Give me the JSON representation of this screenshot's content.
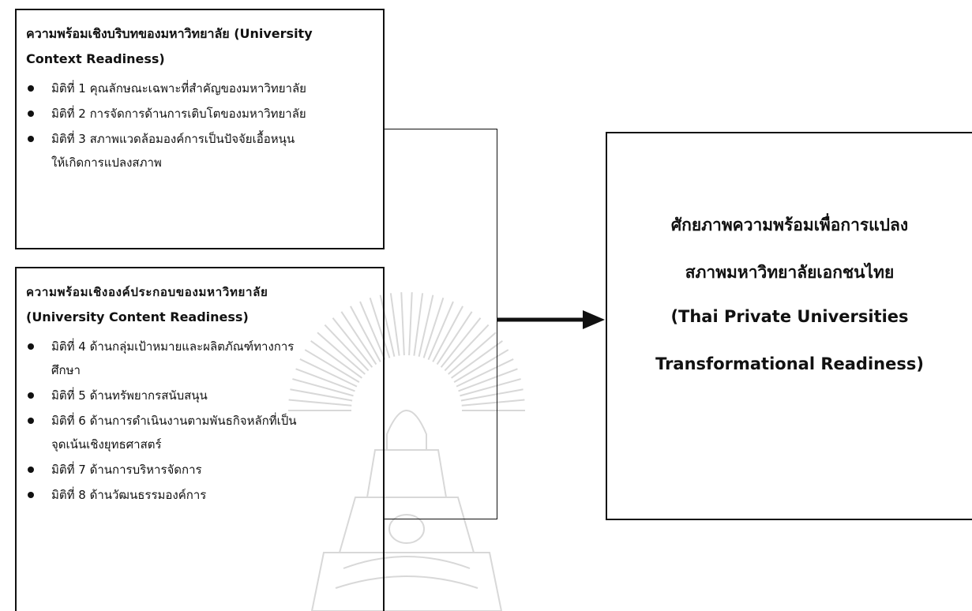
{
  "context_box": {
    "title_line1": "ความพร้อมเชิงบริบทของมหาวิทยาลัย (University",
    "title_line2": "Context Readiness)",
    "items": [
      {
        "line1": "มิติที่ 1 คุณลักษณะเฉพาะที่สำคัญของมหาวิทยาลัย",
        "line2": ""
      },
      {
        "line1": "มิติที่ 2 การจัดการด้านการเติบโตของมหาวิทยาลัย",
        "line2": ""
      },
      {
        "line1": "มิติที่ 3 สภาพแวดล้อมองค์การเป็นปัจจัยเอื้อหนุน",
        "line2": "ให้เกิดการแปลงสภาพ"
      }
    ]
  },
  "content_box": {
    "title_line1": "ความพร้อมเชิงองค์ประกอบของมหาวิทยาลัย",
    "title_line2": "(University Content Readiness)",
    "items": [
      {
        "line1": "มิติที่ 4 ด้านกลุ่มเป้าหมายและผลิตภัณฑ์ทางการ",
        "line2": "ศึกษา"
      },
      {
        "line1": "มิติที่ 5 ด้านทรัพยากรสนับสนุน",
        "line2": ""
      },
      {
        "line1": "มิติที่ 6 ด้านการดำเนินงานตามพันธกิจหลักที่เป็น",
        "line2": "จุดเน้นเชิงยุทธศาสตร์"
      },
      {
        "line1": "มิติที่ 7 ด้านการบริหารจัดการ",
        "line2": ""
      },
      {
        "line1": "มิติที่ 8 ด้านวัฒนธรรมองค์การ",
        "line2": ""
      }
    ]
  },
  "result_box": {
    "line1": "ศักยภาพความพร้อมเพื่อการแปลง",
    "line2": "สภาพมหาวิทยาลัยเอกชนไทย",
    "line3": "(Thai Private Universities",
    "line4": "Transformational Readiness)"
  },
  "colors": {
    "line": "#111111",
    "watermark": "#d6d6d6"
  }
}
